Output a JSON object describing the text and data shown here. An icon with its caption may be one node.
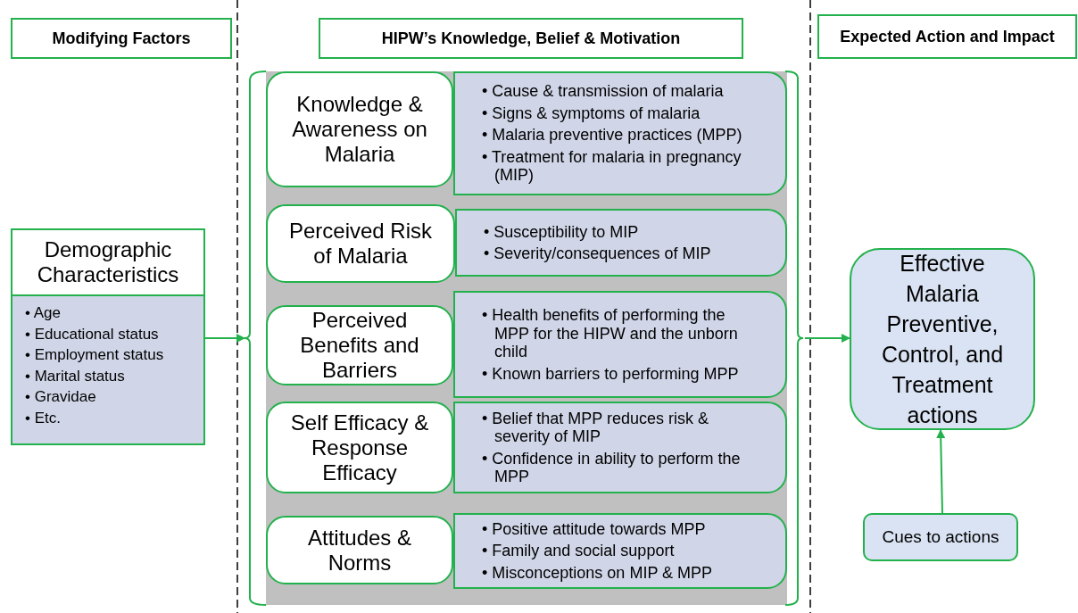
{
  "diagram": {
    "nodes": [
      {
        "text": [
          "Modifying Factors"
        ]
      },
      {
        "text": [
          "HIPW’s Knowledge, Belief & Motivation"
        ]
      },
      {
        "text": [
          "Expected Action and Impact"
        ]
      },
      {
        "text": [
          "Demographic Characteristics",
          "• Age",
          "• Educational status",
          "• Employment status",
          "• Marital status",
          "• Gravidae",
          "• Etc."
        ]
      },
      {
        "text": [],
        "shape": "box"
      },
      {
        "text": [
          "Knowledge & Awareness on Malaria"
        ],
        "in": 4
      },
      {
        "text": [
          "• Cause & transmission of malaria",
          "• Signs & symptoms of malaria",
          "• Malaria preventive practices (MPP)",
          "• Treatment for malaria in pregnancy (MIP)"
        ],
        "in": 4
      },
      {
        "text": [
          "Perceived Risk of Malaria"
        ],
        "in": 4
      },
      {
        "text": [
          "• Susceptibility to MIP",
          "• Severity/consequences of MIP"
        ],
        "in": 4
      },
      {
        "text": [
          "Perceived Benefits and Barriers"
        ],
        "in": 4
      },
      {
        "text": [
          "• Health benefits of performing the MPP for the HIPW and the unborn child",
          "• Known barriers to performing MPP"
        ],
        "in": 4
      },
      {
        "text": [
          "Self Efficacy & Response Efficacy"
        ],
        "in": 4
      },
      {
        "text": [
          "• Belief that MPP reduces risk & severity of MIP",
          "• Confidence in ability to perform the MPP"
        ],
        "in": 4
      },
      {
        "text": [
          "Attitudes & Norms"
        ],
        "in": 4
      },
      {
        "text": [
          "• Positive attitude towards MPP",
          "• Family and social support",
          "• Misconceptions on MIP & MPP"
        ],
        "in": 4
      },
      {
        "text": [
          "Effective Malaria Preventive, Control, and Treatment actions"
        ]
      },
      {
        "text": [
          "Cues to actions"
        ]
      }
    ],
    "edges": [
      {
        "from": 3,
        "to": 4,
        "arrow": "to"
      },
      {
        "from": 4,
        "to": 15,
        "arrow": "to"
      },
      {
        "from": 16,
        "to": 15,
        "arrow": "to"
      }
    ]
  }
}
